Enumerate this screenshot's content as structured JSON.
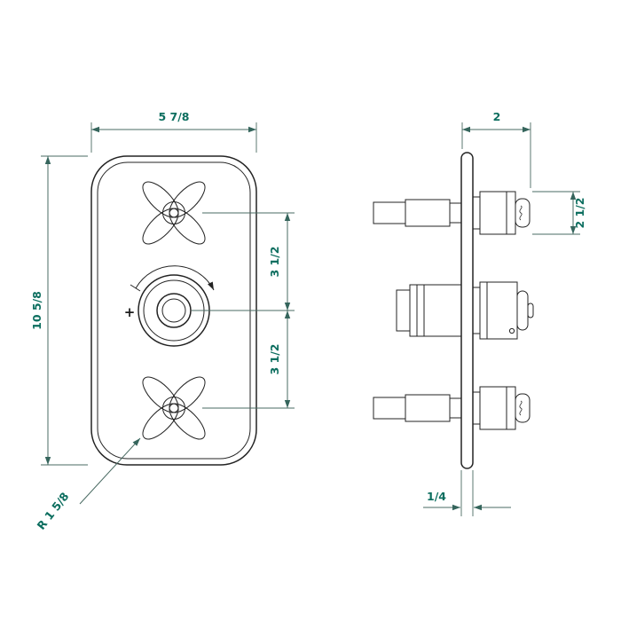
{
  "drawing": {
    "dims": {
      "front_width": "5 7/8",
      "front_height": "10 5/8",
      "upper_spacing": "3 1/2",
      "lower_spacing": "3 1/2",
      "corner_radius": "R 1 5/8",
      "projection": "2",
      "handle_diameter": "2 1/2",
      "plate_thickness": "1/4"
    },
    "symbols": {
      "plus": "+"
    },
    "colors": {
      "line": "#232323",
      "dimension_line": "#4a6b63",
      "dimension_text": "#0c6e5f",
      "background": "#ffffff"
    }
  }
}
